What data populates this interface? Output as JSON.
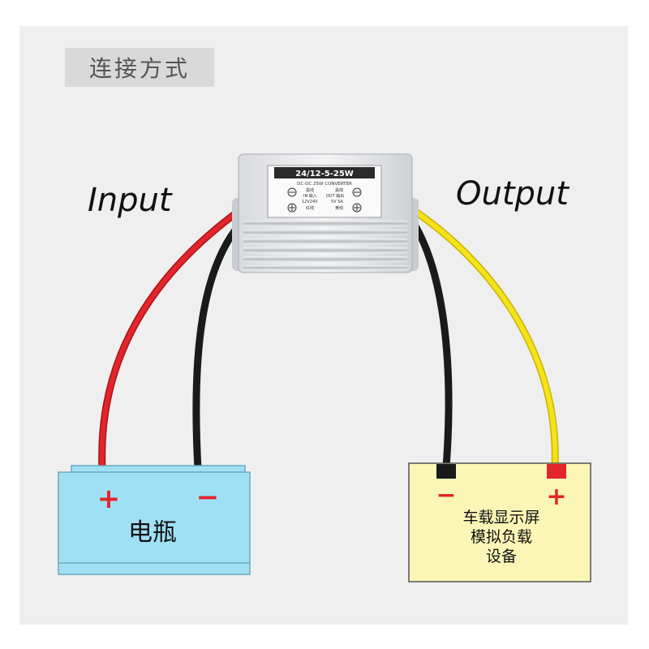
{
  "title": "连接方式",
  "input_label": "Input",
  "output_label": "Output",
  "converter": {
    "model": "24/12-5-25W",
    "subtitle": "DC-DC 25W  CONVERTER",
    "left_top": "黑线",
    "left_mid_1": "IN 输入",
    "left_mid_2": "12V24V",
    "left_bottom": "红线",
    "right_top": "黑线",
    "right_mid_1": "OUT 输出",
    "right_mid_2": "5V  5A",
    "right_bottom": "黄线"
  },
  "battery": {
    "label": "电瓶",
    "plus": "+",
    "minus": "−"
  },
  "load": {
    "line1": "车载显示屏",
    "line2": "模拟负载",
    "line3": "设备",
    "minus": "−",
    "plus": "+"
  },
  "colors": {
    "panel_bg": "#efefef",
    "title_bg": "#d9d9d9",
    "wire_red": "#e3242b",
    "wire_black": "#1a1a1a",
    "wire_yellow": "#f5e21a",
    "battery_fill": "#9fe0f5",
    "load_fill": "#fbf6b6",
    "terminal_red": "#e3242b"
  }
}
